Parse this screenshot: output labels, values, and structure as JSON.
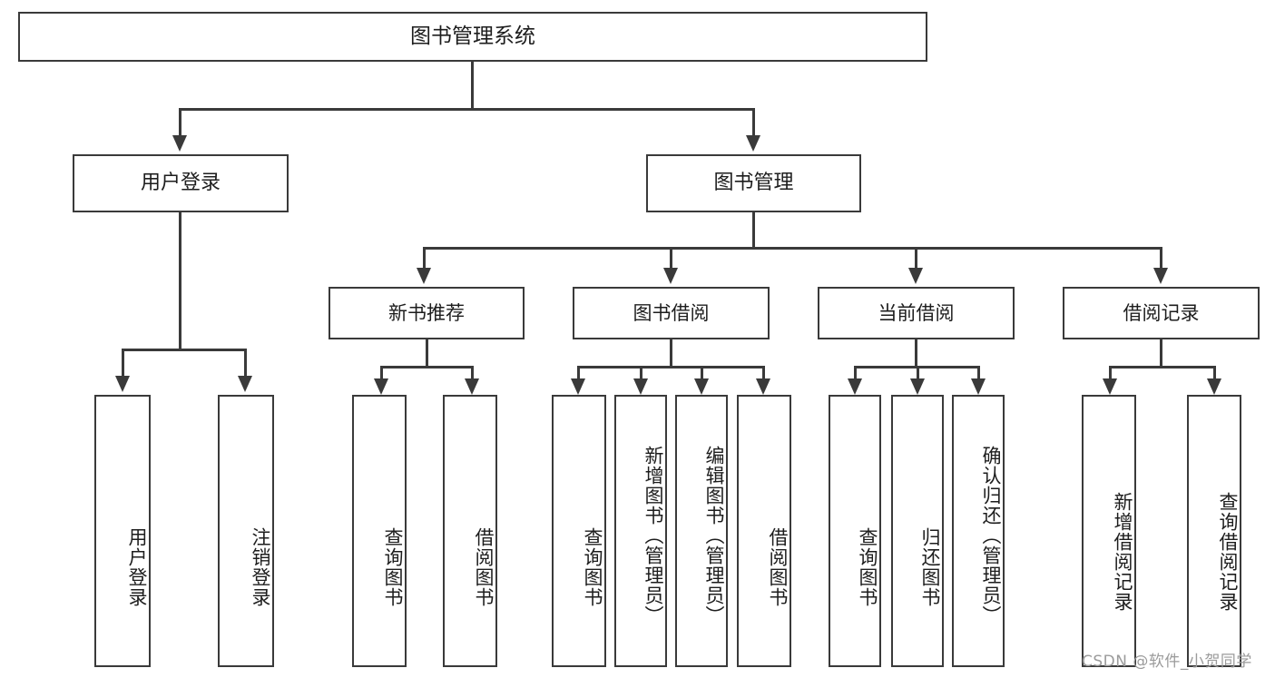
{
  "diagram": {
    "type": "tree-hierarchy",
    "root": {
      "label": "图书管理系统"
    },
    "level1": [
      {
        "label": "用户登录"
      },
      {
        "label": "图书管理"
      }
    ],
    "level2": [
      {
        "label": "新书推荐"
      },
      {
        "label": "图书借阅"
      },
      {
        "label": "当前借阅"
      },
      {
        "label": "借阅记录"
      }
    ],
    "leaves": {
      "user_login": [
        {
          "label": "用户登录"
        },
        {
          "label": "注销登录"
        }
      ],
      "new_book_recommend": [
        {
          "label": "查询图书"
        },
        {
          "label": "借阅图书"
        }
      ],
      "book_borrow": [
        {
          "label": "查询图书"
        },
        {
          "label": "新增图书（管理员）"
        },
        {
          "label": "编辑图书（管理员）"
        },
        {
          "label": "借阅图书"
        }
      ],
      "current_borrow": [
        {
          "label": "查询图书"
        },
        {
          "label": "归还图书"
        },
        {
          "label": "确认归还（管理员）"
        }
      ],
      "borrow_record": [
        {
          "label": "新增借阅记录"
        },
        {
          "label": "查询借阅记录"
        }
      ]
    }
  },
  "watermark": {
    "text": "CSDN @软件_小贺同学"
  },
  "colors": {
    "stroke": "#3a3a3a",
    "background": "#ffffff",
    "text": "#1d1d1d",
    "watermark": "#9b9b9b"
  }
}
